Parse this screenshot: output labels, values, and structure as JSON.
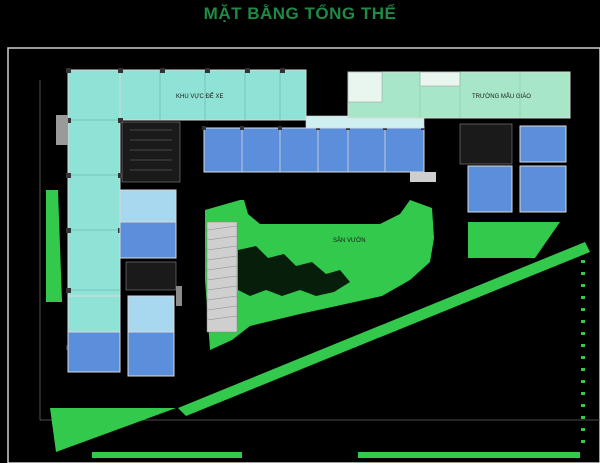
{
  "title": "MẶT BẰNG TỔNG THỂ",
  "labels": {
    "parking": "KHU VỰC ĐỂ XE",
    "kindergarten": "TRƯỜNG MẪU GIÁO",
    "garden": "SÂN VƯỜN"
  },
  "colors": {
    "background": "#000000",
    "title": "#1f8a46",
    "green_area": "#33c94c",
    "parking_block": "#8fe3d6",
    "kindergarten_block": "#a8e6c8",
    "apartment_blue": "#5b8fdc",
    "apartment_light_blue": "#a7d8ef",
    "outline": "#d8d8d8"
  },
  "icons": [
    "compass-none",
    "parking-ramp"
  ]
}
